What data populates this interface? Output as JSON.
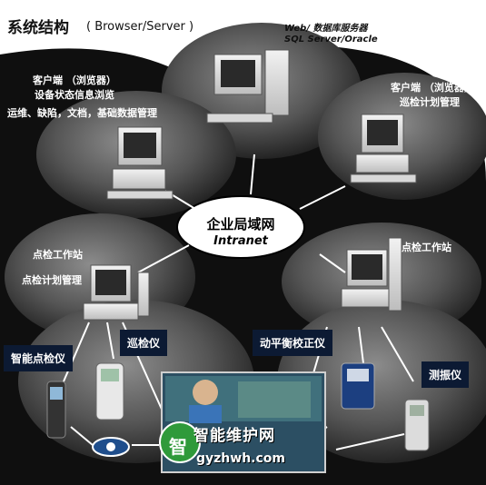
{
  "title": {
    "main": "系统结构",
    "sub": "( Browser/Server )"
  },
  "server": {
    "line1": "Web/ 数据库服务器",
    "line2": "SQL Server/Oracle"
  },
  "client_left": {
    "line1": "客户端  （浏览器）",
    "line2": "设备状态信息浏览",
    "line3": "运维、缺陷，文档，基础数据管理"
  },
  "client_right": {
    "line1": "客户端  （浏览器）",
    "line2": "巡检计划管理"
  },
  "hub": {
    "line1": "企业局域网",
    "line2": "Intranet"
  },
  "station_left": {
    "line1": "点检工作站",
    "line2": "点检计划管理"
  },
  "station_right": {
    "line1": "点检工作站"
  },
  "devices": {
    "smart_inspector": "智能点检仪",
    "patrol": "巡检仪",
    "balancer": "动平衡校正仪",
    "vibration": "测振仪"
  },
  "brand": {
    "logo_char": "智",
    "name": "智能维护网",
    "url": "gyzhwh.com"
  },
  "colors": {
    "bubble_dark": "#1c1c1c",
    "bubble_light": "#6f6f6f",
    "tag_bg": "#0c1a33"
  }
}
